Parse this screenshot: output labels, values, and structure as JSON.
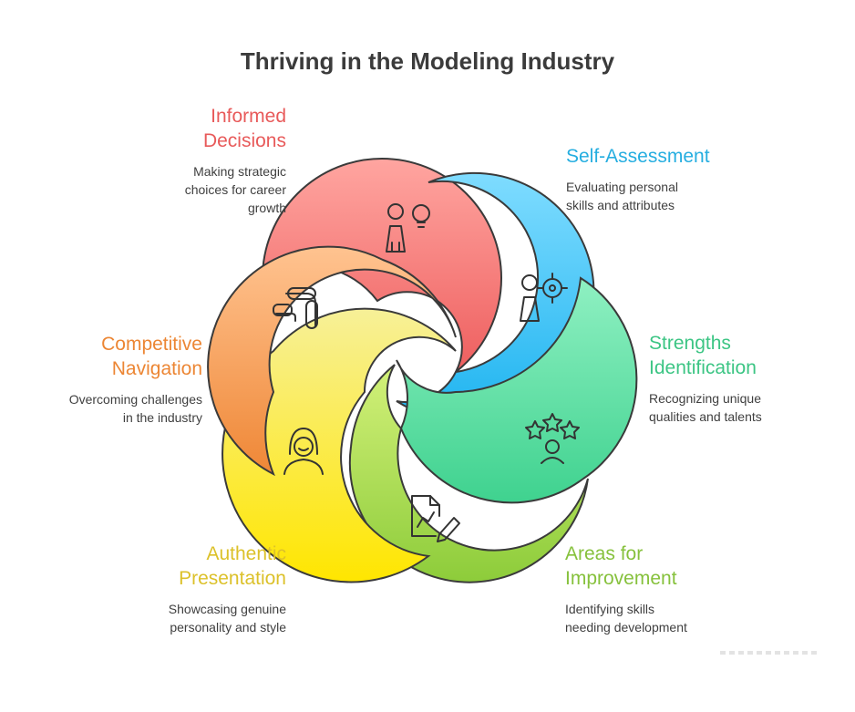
{
  "title": "Thriving in the Modeling Industry",
  "segments": [
    {
      "id": "informed",
      "heading": "Informed\nDecisions",
      "desc": "Making strategic\nchoices for career\ngrowth",
      "color": "#ef6464",
      "icon": "person-lightbulb-icon"
    },
    {
      "id": "self",
      "heading": "Self-Assessment",
      "desc": "Evaluating personal\nskills and attributes",
      "color": "#2eb4e6",
      "icon": "person-target-icon"
    },
    {
      "id": "strengths",
      "heading": "Strengths\nIdentification",
      "desc": "Recognizing unique\nqualities and talents",
      "color": "#3fcb8c",
      "icon": "person-stars-icon"
    },
    {
      "id": "areas",
      "heading": "Areas for\nImprovement",
      "desc": "Identifying skills\nneeding development",
      "color": "#8cc63f",
      "icon": "document-chart-edit-icon"
    },
    {
      "id": "authentic",
      "heading": "Authentic\nPresentation",
      "desc": "Showcasing genuine\npersonality and style",
      "color": "#e2c82a",
      "icon": "woman-portrait-icon"
    },
    {
      "id": "competitive",
      "heading": "Competitive\nNavigation",
      "desc": "Overcoming challenges\nin the industry",
      "color": "#ee8a3a",
      "icon": "turn-arrows-icon"
    }
  ]
}
